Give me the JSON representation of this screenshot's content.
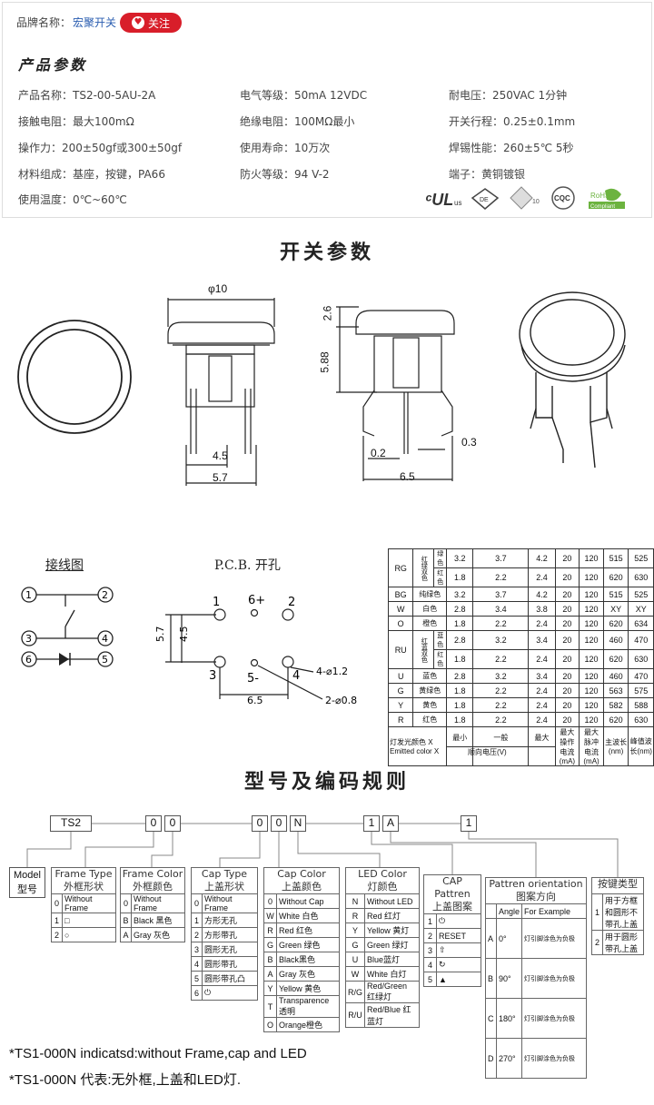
{
  "header": {
    "brand_label": "品牌名称：",
    "brand_name": "宏聚开关",
    "follow_label": "关注",
    "section_title": "产品参数"
  },
  "params": [
    {
      "text": "产品名称：TS2-00-5AU-2A"
    },
    {
      "text": "电气等级：50mA  12VDC"
    },
    {
      "text": "耐电压：250VAC  1分钟"
    },
    {
      "text": "接触电阻：最大100mΩ"
    },
    {
      "text": "绝缘电阻：100MΩ最小"
    },
    {
      "text": "开关行程：0.25±0.1mm"
    },
    {
      "text": "操作力：200±50gf或300±50gf"
    },
    {
      "text": "使用寿命：10万次"
    },
    {
      "text": "焊锡性能：260±5℃  5秒"
    },
    {
      "text": "材料组成：基座，按键，PA66"
    },
    {
      "text": "防火等级：94 V-2"
    },
    {
      "text": "端子：黄铜镀银"
    },
    {
      "text": "使用温度：0℃~60℃"
    }
  ],
  "cert_logos": [
    "UL",
    "VDE",
    "ENEC 10",
    "CQC",
    "RoHS Compliant"
  ],
  "switch_params_title": "开关参数",
  "dims": {
    "phi10": "φ10",
    "d2_6": "2.6",
    "d5_88": "5.88",
    "d4_5": "4.5",
    "d5_7": "5.7",
    "d0_2": "0.2",
    "d0_3": "0.3",
    "d6_5": "6.5"
  },
  "wiring_title": "接线图",
  "pcb_title": "P.C.B.  开孔",
  "wiring_pins": [
    "1",
    "2",
    "3",
    "4",
    "6",
    "5"
  ],
  "pcb": {
    "pins": [
      "1",
      "6+",
      "2",
      "3",
      "5-",
      "4"
    ],
    "d5_7": "5.7",
    "d4_5": "4.5",
    "d6_5": "6.5",
    "hole1": "4-⌀1.2",
    "hole2": "2-⌀0.8"
  },
  "led_table": {
    "rows": [
      {
        "color": "RG",
        "sub": "红绿双色",
        "sub2": "绿色",
        "vals": [
          "3.2",
          "3.7",
          "4.2",
          "20",
          "120",
          "515",
          "525"
        ]
      },
      {
        "color": "",
        "sub": "",
        "sub2": "红色",
        "vals": [
          "1.8",
          "2.2",
          "2.4",
          "20",
          "120",
          "620",
          "630"
        ]
      },
      {
        "color": "BG",
        "sub": "纯绿色",
        "sub2": "",
        "vals": [
          "3.2",
          "3.7",
          "4.2",
          "20",
          "120",
          "515",
          "525"
        ]
      },
      {
        "color": "W",
        "sub": "白色",
        "sub2": "",
        "vals": [
          "2.8",
          "3.4",
          "3.8",
          "20",
          "120",
          "XY",
          "XY"
        ]
      },
      {
        "color": "O",
        "sub": "橙色",
        "sub2": "",
        "vals": [
          "1.8",
          "2.2",
          "2.4",
          "20",
          "120",
          "620",
          "634"
        ]
      },
      {
        "color": "RU",
        "sub": "红蓝双色",
        "sub2": "蓝色",
        "vals": [
          "2.8",
          "3.2",
          "3.4",
          "20",
          "120",
          "460",
          "470"
        ]
      },
      {
        "color": "",
        "sub": "",
        "sub2": "红色",
        "vals": [
          "1.8",
          "2.2",
          "2.4",
          "20",
          "120",
          "620",
          "630"
        ]
      },
      {
        "color": "U",
        "sub": "蓝色",
        "sub2": "",
        "vals": [
          "2.8",
          "3.2",
          "3.4",
          "20",
          "120",
          "460",
          "470"
        ]
      },
      {
        "color": "G",
        "sub": "黄绿色",
        "sub2": "",
        "vals": [
          "1.8",
          "2.2",
          "2.4",
          "20",
          "120",
          "563",
          "575"
        ]
      },
      {
        "color": "Y",
        "sub": "黄色",
        "sub2": "",
        "vals": [
          "1.8",
          "2.2",
          "2.4",
          "20",
          "120",
          "582",
          "588"
        ]
      },
      {
        "color": "R",
        "sub": "红色",
        "sub2": "",
        "vals": [
          "1.8",
          "2.2",
          "2.4",
          "20",
          "120",
          "620",
          "630"
        ]
      }
    ],
    "footer": {
      "c1": "灯发光颜色 X",
      "c1b": "Emitted color X",
      "min": "最小",
      "typ": "一般",
      "max": "最大",
      "vf": "顺向电压(V)",
      "if": "最大操作电流(mA)",
      "ifp": "最大脉冲电流(mA)",
      "wl": "主波长(nm)",
      "wlp": "峰值波长(nm)"
    }
  },
  "code_title": "型号及编码规则",
  "code_boxes": [
    "TS2",
    "0",
    "0",
    "0",
    "0",
    "N",
    "1",
    "A",
    "1"
  ],
  "model_box": {
    "title": "Model",
    "sub": "型号"
  },
  "frame_type": {
    "title": "Frame Type",
    "sub": "外框形状",
    "rows": [
      [
        "0",
        "Without Frame"
      ],
      [
        "1",
        "□"
      ],
      [
        "2",
        "○"
      ]
    ]
  },
  "frame_color": {
    "title": "Frame Color",
    "sub": "外框颜色",
    "rows": [
      [
        "0",
        "Without Frame"
      ],
      [
        "B",
        "Black 黑色"
      ],
      [
        "A",
        "Gray 灰色"
      ]
    ]
  },
  "cap_type": {
    "title": "Cap Type",
    "sub": "上盖形状",
    "rows": [
      [
        "0",
        "Without Frame"
      ],
      [
        "1",
        "方形无孔"
      ],
      [
        "2",
        "方形带孔"
      ],
      [
        "3",
        "圆形无孔"
      ],
      [
        "4",
        "圆形带孔"
      ],
      [
        "5",
        "圆形带孔凸"
      ],
      [
        "6",
        "⏻"
      ]
    ]
  },
  "cap_color": {
    "title": "Cap Color",
    "sub": "上盖颜色",
    "rows": [
      [
        "0",
        "Without Cap"
      ],
      [
        "W",
        "White 白色"
      ],
      [
        "R",
        "Red 红色"
      ],
      [
        "G",
        "Green 绿色"
      ],
      [
        "B",
        "Black黑色"
      ],
      [
        "A",
        "Gray 灰色"
      ],
      [
        "Y",
        "Yellow 黄色"
      ],
      [
        "T",
        "Transparence 透明"
      ],
      [
        "O",
        "Orange橙色"
      ]
    ]
  },
  "led_color": {
    "title": "LED Color",
    "sub": "灯颜色",
    "rows": [
      [
        "N",
        "Without LED"
      ],
      [
        "R",
        "Red 红灯"
      ],
      [
        "Y",
        "Yellow 黄灯"
      ],
      [
        "G",
        "Green 绿灯"
      ],
      [
        "U",
        "Blue蓝灯"
      ],
      [
        "W",
        "White 白灯"
      ],
      [
        "R/G",
        "Red/Green 红绿灯"
      ],
      [
        "R/U",
        "Red/Blue 红蓝灯"
      ]
    ]
  },
  "cap_pattern": {
    "title": "CAP Pattren",
    "sub": "上盖图案",
    "rows": [
      [
        "1",
        "⏻"
      ],
      [
        "2",
        "RESET"
      ],
      [
        "3",
        "⇧"
      ],
      [
        "4",
        "↻"
      ],
      [
        "5",
        "▲"
      ]
    ]
  },
  "pattern_orient": {
    "title": "Pattren orientation",
    "sub": "图案方向",
    "col1": "Angle",
    "col2": "For Example",
    "rows": [
      [
        "A",
        "0°"
      ],
      [
        "B",
        "90°"
      ],
      [
        "C",
        "180°"
      ],
      [
        "D",
        "270°"
      ]
    ],
    "note": "灯引脚涂色为负极"
  },
  "button_type": {
    "title": "按键类型",
    "rows": [
      [
        "1",
        "用于方框和圆形不带孔上盖"
      ],
      [
        "2",
        "用于圆形带孔上盖"
      ]
    ]
  },
  "footnotes": [
    "*TS1-000N indicatsd:without Frame,cap and LED",
    "*TS1-000N 代表:无外框,上盖和LED灯."
  ]
}
